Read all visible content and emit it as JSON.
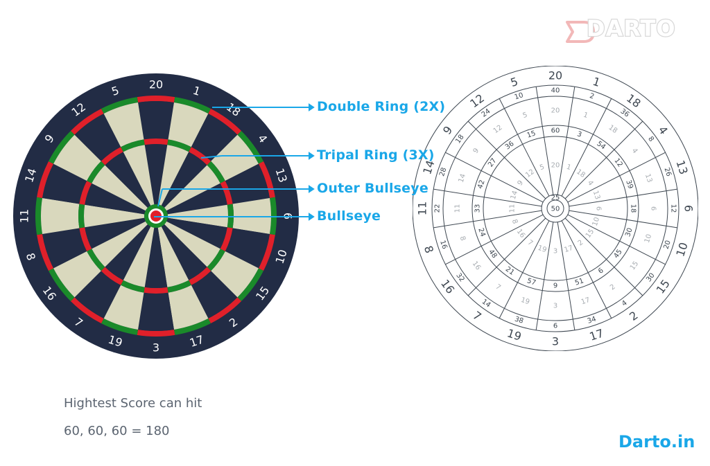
{
  "logo": {
    "text": "DARTO",
    "color": "#f2b8b8"
  },
  "left_board": {
    "segment_numbers": [
      "20",
      "1",
      "18",
      "4",
      "13",
      "6",
      "10",
      "15",
      "2",
      "17",
      "3",
      "19",
      "7",
      "16",
      "8",
      "11",
      "14",
      "9",
      "12",
      "5"
    ],
    "colors": {
      "surround": "#222c45",
      "dark_segment": "#222c45",
      "light_segment": "#d9d8bd",
      "red": "#e0202a",
      "green": "#1a8a2a",
      "number_text": "#ffffff"
    }
  },
  "callouts": [
    {
      "label": "Double Ring (2X)"
    },
    {
      "label": "Tripal Ring (3X)"
    },
    {
      "label": "Outer Bullseye"
    },
    {
      "label": "Bullseye"
    }
  ],
  "callout_color": "#1aa7e8",
  "right_board": {
    "segment_numbers": [
      "20",
      "1",
      "18",
      "4",
      "13",
      "6",
      "10",
      "15",
      "2",
      "17",
      "3",
      "19",
      "7",
      "16",
      "8",
      "11",
      "14",
      "9",
      "12",
      "5"
    ],
    "double_values": [
      "40",
      "2",
      "36",
      "8",
      "26",
      "12",
      "20",
      "30",
      "4",
      "34",
      "6",
      "38",
      "14",
      "32",
      "16",
      "22",
      "28",
      "18",
      "24",
      "10"
    ],
    "triple_values": [
      "60",
      "3",
      "54",
      "12",
      "39",
      "18",
      "30",
      "45",
      "6",
      "51",
      "9",
      "57",
      "21",
      "48",
      "24",
      "33",
      "42",
      "27",
      "36",
      "15"
    ],
    "outer_bull": "25",
    "bull": "50",
    "line_color": "#3d4650"
  },
  "caption": {
    "line1": "Hightest Score can hit",
    "line2": "60, 60, 60 = 180"
  },
  "site": "Darto.in"
}
